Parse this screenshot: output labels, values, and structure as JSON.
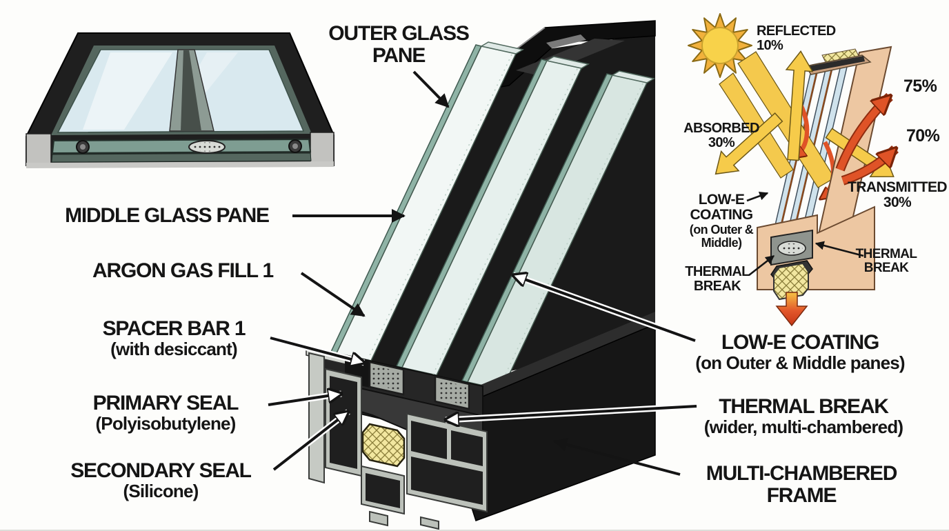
{
  "labels": {
    "outer_glass_pane": {
      "line1": "OUTER GLASS",
      "line2": "PANE"
    },
    "middle_glass_pane": "MIDDLE GLASS PANE",
    "argon_gas_fill": "ARGON GAS FILL 1",
    "spacer_bar": {
      "line1": "SPACER BAR 1",
      "line2": "(with desiccant)"
    },
    "primary_seal": {
      "line1": "PRIMARY SEAL",
      "line2": "(Polyisobutylene)"
    },
    "secondary_seal": {
      "line1": "SECONDARY SEAL",
      "line2": "(Silicone)"
    },
    "low_e_coating": {
      "line1": "LOW-E COATING",
      "line2": "(on Outer & Middle panes)"
    },
    "thermal_break": {
      "line1": "THERMAL BREAK",
      "line2": "(wider, multi-chambered)"
    },
    "multi_chambered_frame": {
      "line1": "MULTI-CHAMBERED",
      "line2": "FRAME"
    }
  },
  "energy_diagram": {
    "reflected": {
      "label": "REFLECTED",
      "value": "10%"
    },
    "absorbed": {
      "label": "ABSORBED",
      "value": "30%"
    },
    "transmitted": {
      "label": "TRANSMITTED",
      "value": "30%"
    },
    "pct_75": "75%",
    "pct_70": "70%",
    "low_e_coating": {
      "line1": "LOW-E",
      "line2": "COATING",
      "line3": "(on Outer &",
      "line4": "Middle)"
    },
    "thermal_break_left": {
      "line1": "THERMAL",
      "line2": "BREAK"
    },
    "thermal_break_right": {
      "line1": "THERMAL",
      "line2": "BREAK"
    },
    "sun_icon": "sun-icon"
  },
  "colors": {
    "background": "#fdfdfb",
    "text": "#151515",
    "sun_yellow": "#f8d24a",
    "sun_ray_orange": "#f2b13c",
    "beam_yellow": "#f4c94d",
    "heat_orange": "#df5327",
    "frame_black": "#1a1a1a",
    "aluminum_gray": "#bcc1ba",
    "glass_tint": "#cfe2ec",
    "glass_edge_teal": "#8fb3a6",
    "thermal_break_yellow": "#f2e7a0",
    "frame_tan": "#edc7a2"
  }
}
